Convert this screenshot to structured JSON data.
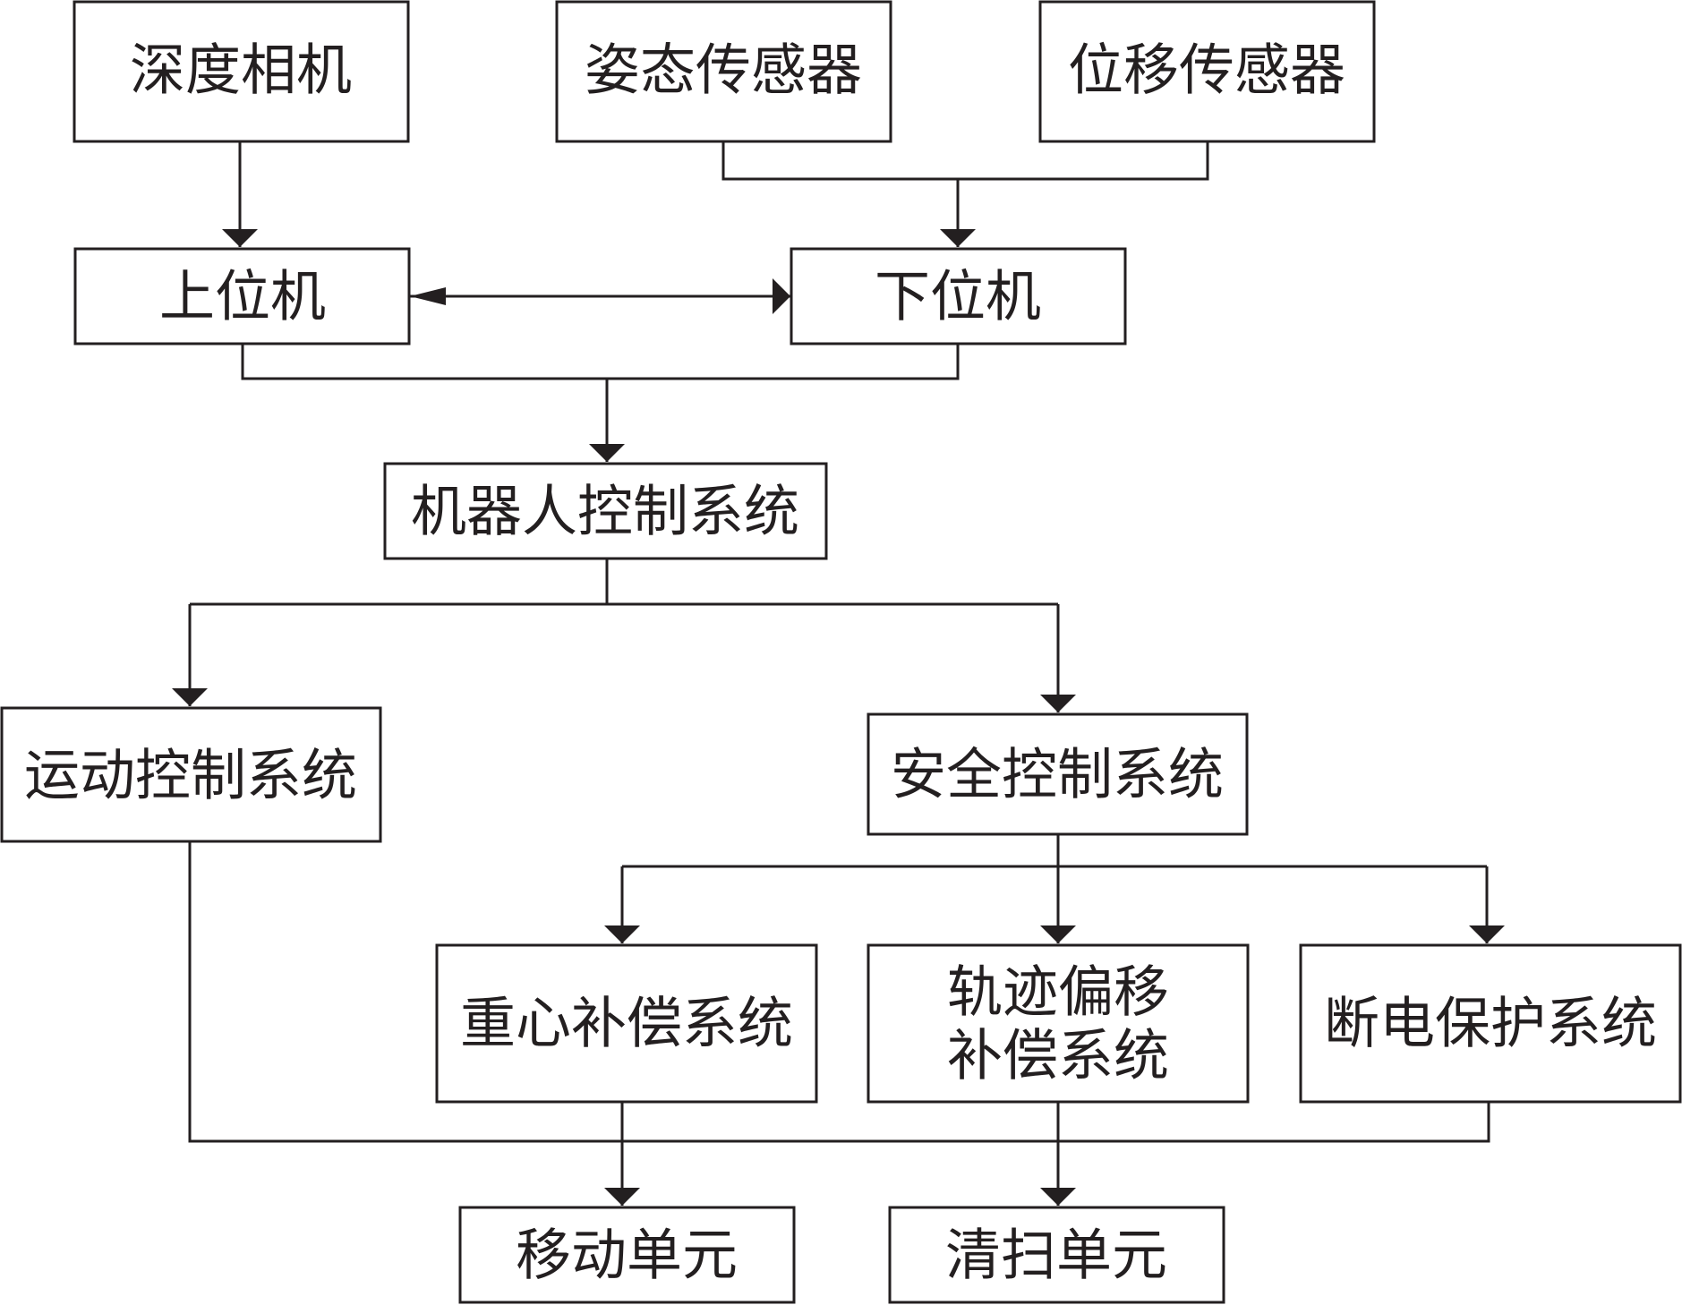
{
  "nodes": {
    "depth_camera": "深度相机",
    "attitude_sensor": "姿态传感器",
    "displacement_sensor": "位移传感器",
    "upper_computer": "上位机",
    "lower_computer": "下位机",
    "robot_control_system": "机器人控制系统",
    "motion_control_system": "运动控制系统",
    "safety_control_system": "安全控制系统",
    "center_of_gravity_compensation": "重心补偿系统",
    "trajectory_offset_compensation_line1": "轨迹偏移",
    "trajectory_offset_compensation_line2": "补偿系统",
    "power_off_protection": "断电保护系统",
    "moving_unit": "移动单元",
    "cleaning_unit": "清扫单元"
  }
}
